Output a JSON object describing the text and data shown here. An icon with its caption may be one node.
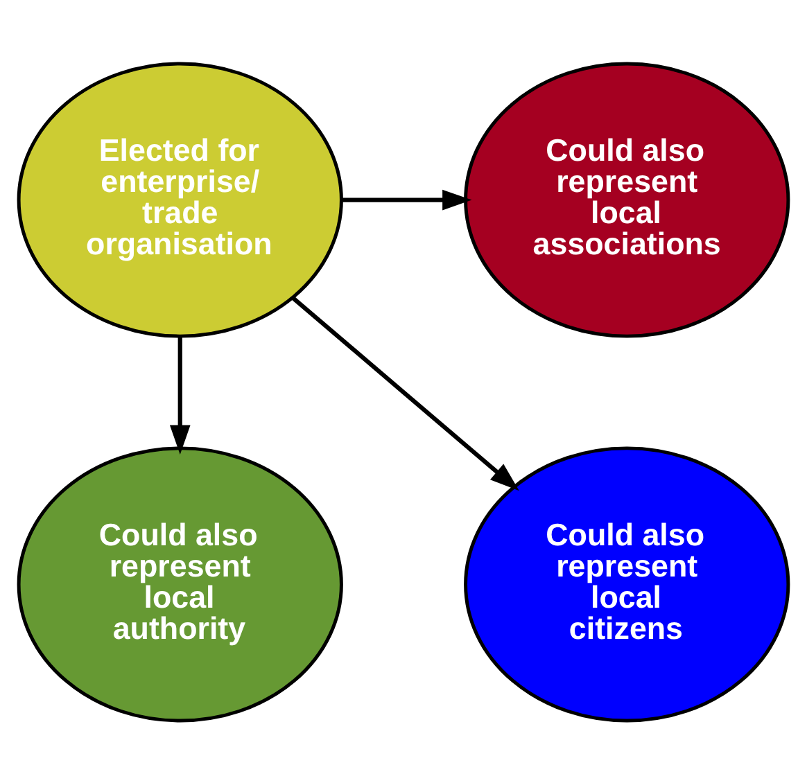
{
  "diagram": {
    "nodes": [
      {
        "text": [
          "Elected for enterprise/ trade organisation"
        ]
      },
      {
        "text": [
          "Could also represent local associations"
        ]
      },
      {
        "text": [
          "Could also represent local authority"
        ]
      },
      {
        "text": [
          "Could also represent local citizens"
        ]
      }
    ],
    "edges": [
      {
        "from": 0,
        "to": 1,
        "arrow": "to"
      },
      {
        "from": 0,
        "to": 2,
        "arrow": "to"
      },
      {
        "from": 0,
        "to": 3,
        "arrow": "to"
      }
    ]
  }
}
